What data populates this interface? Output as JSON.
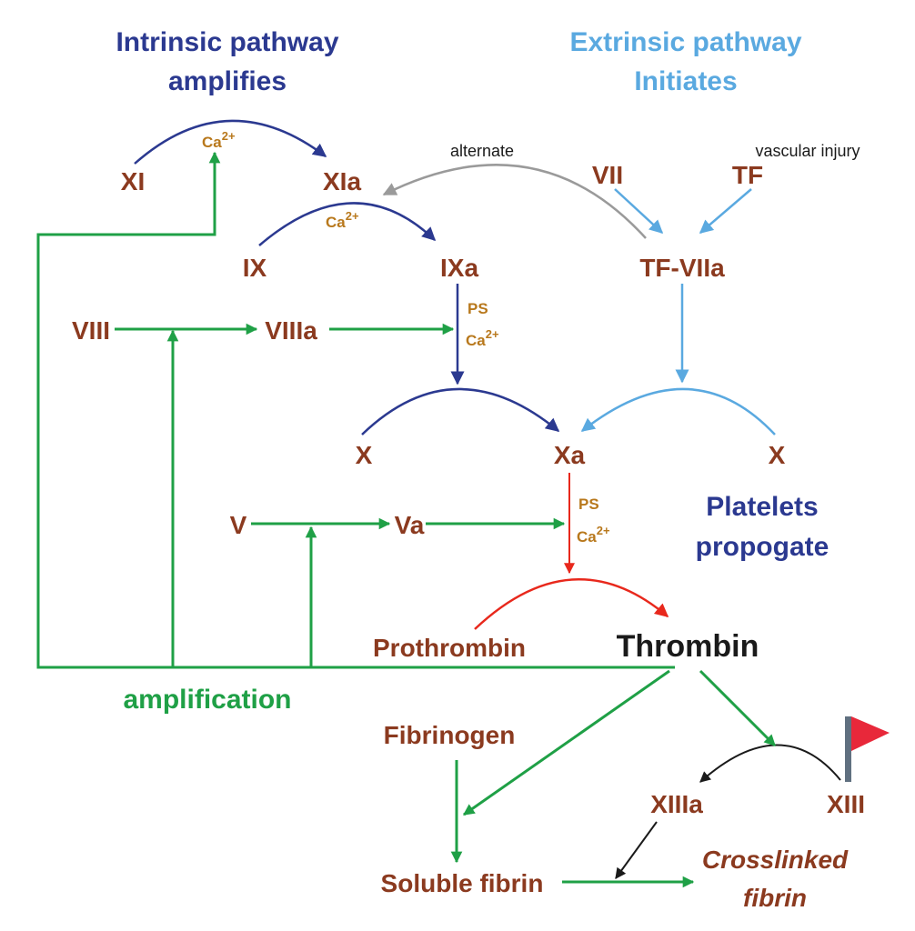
{
  "colors": {
    "factor": "#8b3a1f",
    "intrinsic": "#2b3990",
    "extrinsic": "#5aa9e0",
    "green": "#1fa046",
    "red": "#e8281c",
    "grey": "#9a9a9a",
    "cofactor": "#b8781c",
    "black": "#1a1a1a",
    "flag": "#e8283a",
    "flag_pole": "#607080"
  },
  "headings": {
    "intrinsic_line1": "Intrinsic pathway",
    "intrinsic_line2": "amplifies",
    "extrinsic_line1": "Extrinsic pathway",
    "extrinsic_line2": "Initiates",
    "platelets_line1": "Platelets",
    "platelets_line2": "propogate",
    "amplification": "amplification"
  },
  "notes": {
    "alternate": "alternate",
    "vascular_injury": "vascular injury"
  },
  "factors": {
    "xi": "XI",
    "xia": "XIa",
    "ix": "IX",
    "ixa": "IXa",
    "vii": "VII",
    "tf": "TF",
    "tf_viia": "TF-VIIa",
    "viii": "VIII",
    "viiia": "VIIIa",
    "x_left": "X",
    "xa": "Xa",
    "x_right": "X",
    "v": "V",
    "va": "Va",
    "prothrombin": "Prothrombin",
    "thrombin": "Thrombin",
    "fibrinogen": "Fibrinogen",
    "xiiia": "XIIIa",
    "xiii": "XIII",
    "soluble_fibrin": "Soluble fibrin",
    "crosslinked_line1": "Crosslinked",
    "crosslinked_line2": "fibrin"
  },
  "cofactors": {
    "ca": "Ca",
    "ca_sup": "2+",
    "ps": "PS"
  }
}
